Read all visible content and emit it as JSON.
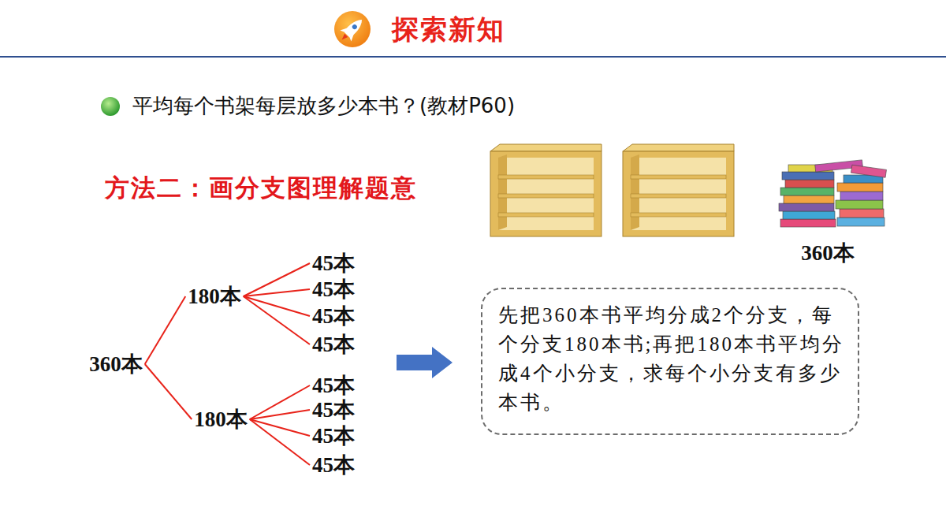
{
  "diagram": {
    "title": "探索新知",
    "nodes": [
      {
        "text": [
          "360本"
        ]
      },
      {
        "text": [
          "180本"
        ]
      },
      {
        "text": [
          "45本"
        ]
      },
      {
        "text": [
          "45本"
        ]
      },
      {
        "text": [
          "45本"
        ]
      },
      {
        "text": [
          "45本"
        ]
      },
      {
        "text": [
          "180本"
        ]
      },
      {
        "text": [
          "45本"
        ]
      },
      {
        "text": [
          "45本"
        ]
      },
      {
        "text": [
          "45本"
        ]
      },
      {
        "text": [
          "45本"
        ]
      },
      {
        "text": [
          "先把360本书平均分成2个分支，每个分支180本书;再把180本书平均分成4个小分支，求每个小分支有多少本书。"
        ]
      }
    ],
    "edges": [
      {
        "from": 0,
        "to": 1,
        "arrow": "none"
      },
      {
        "from": 0,
        "to": 6,
        "arrow": "none"
      },
      {
        "from": 1,
        "to": 2,
        "arrow": "none"
      },
      {
        "from": 1,
        "to": 3,
        "arrow": "none"
      },
      {
        "from": 1,
        "to": 4,
        "arrow": "none"
      },
      {
        "from": 1,
        "to": 5,
        "arrow": "none"
      },
      {
        "from": 6,
        "to": 7,
        "arrow": "none"
      },
      {
        "from": 6,
        "to": 8,
        "arrow": "none"
      },
      {
        "from": 6,
        "to": 9,
        "arrow": "none"
      },
      {
        "from": 6,
        "to": 10,
        "arrow": "none"
      }
    ],
    "labels": [
      "平均每个书架每层放多少本书？(教材P60)",
      "方法二：画分支图理解题意",
      "360本"
    ]
  }
}
